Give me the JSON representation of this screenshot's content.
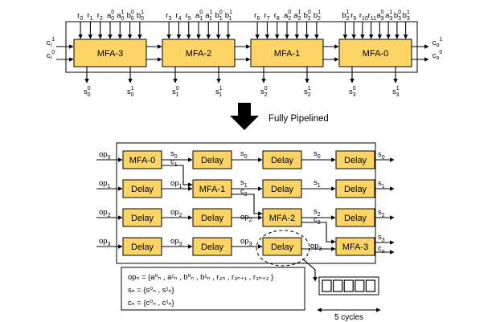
{
  "top": {
    "blocks": [
      "MFA-3",
      "MFA-2",
      "MFA-1",
      "MFA-0"
    ],
    "group_inputs": [
      [
        "r",
        "0",
        "r",
        "1",
        "r",
        "2",
        "a",
        "0/0",
        "a",
        "0/1",
        "b",
        "0/0",
        "b",
        "0/1"
      ],
      [
        "r",
        "3",
        "r",
        "4",
        "r",
        "5",
        "a",
        "1/0",
        "a",
        "1/1",
        "b",
        "1/0",
        "b",
        "1/1"
      ],
      [
        "r",
        "6",
        "r",
        "7",
        "r",
        "8",
        "a",
        "2/0",
        "a",
        "2/1",
        "b",
        "2/0",
        "b",
        "2/1"
      ],
      [
        "b",
        "2/1",
        "r",
        "9",
        "r",
        "10",
        "r",
        "11",
        "a",
        "3/0",
        "a",
        "3/1",
        "b",
        "3/0",
        "b",
        "3/1"
      ]
    ],
    "carry_in": [
      {
        "base": "c",
        "sub": "i",
        "sup": "1"
      },
      {
        "base": "c",
        "sub": "i",
        "sup": "0"
      }
    ],
    "carry_out": [
      {
        "base": "c",
        "sub": "o",
        "sup": "1"
      },
      {
        "base": "c",
        "sub": "o",
        "sup": "0"
      }
    ],
    "sums": [
      {
        "base": "s",
        "sub": "0",
        "sup": "0"
      },
      {
        "base": "s",
        "sub": "0",
        "sup": "1"
      },
      {
        "base": "s",
        "sub": "1",
        "sup": "0"
      },
      {
        "base": "s",
        "sub": "1",
        "sup": "1"
      },
      {
        "base": "s",
        "sub": "2",
        "sup": "0"
      },
      {
        "base": "s",
        "sub": "2",
        "sup": "1"
      },
      {
        "base": "s",
        "sub": "3",
        "sup": "0"
      },
      {
        "base": "s",
        "sub": "3",
        "sup": "1"
      }
    ]
  },
  "transition_label": "Fully Pipelined",
  "pipeline": {
    "rows": [
      [
        "MFA-0",
        "Delay",
        "Delay",
        "Delay"
      ],
      [
        "Delay",
        "MFA-1",
        "Delay",
        "Delay"
      ],
      [
        "Delay",
        "Delay",
        "MFA-2",
        "Delay"
      ],
      [
        "Delay",
        "Delay",
        "Delay",
        "MFA-3"
      ]
    ],
    "inputs": [
      {
        "base": "op",
        "sub": "0"
      },
      {
        "base": "op",
        "sub": "1"
      },
      {
        "base": "op",
        "sub": "2"
      },
      {
        "base": "op",
        "sub": "3"
      }
    ],
    "outputs": [
      {
        "base": "s",
        "sub": "0"
      },
      {
        "base": "s",
        "sub": "1"
      },
      {
        "base": "s",
        "sub": "2"
      },
      {
        "base": "s",
        "sub": "3"
      },
      {
        "base": "c",
        "sub": "o"
      }
    ],
    "wire_labels": {
      "s0": {
        "base": "s",
        "sub": "0"
      },
      "c1": {
        "base": "c",
        "sub": "1"
      },
      "s1": {
        "base": "s",
        "sub": "1"
      },
      "c2": {
        "base": "c",
        "sub": "2"
      },
      "s2": {
        "base": "s",
        "sub": "2"
      },
      "c3": {
        "base": "c",
        "sub": "3"
      },
      "op1": {
        "base": "op",
        "sub": "1"
      },
      "op2": {
        "base": "op",
        "sub": "2"
      },
      "op3": {
        "base": "op",
        "sub": "3"
      }
    }
  },
  "legend": {
    "op_line": "opₙ   = {a⁰ₙ , a¹ₙ , b⁰ₙ , b¹ₙ , r₃ₙ , r₃ₙ₊₁ , r₃ₙ₊₂ }",
    "s_line": "sₙ      = {s⁰ₙ , s¹ₙ}",
    "c_line": "cₙ      = {c⁰ₙ , c¹ₙ}"
  },
  "delay_detail": {
    "caption": "5 cycles",
    "cells": 5
  }
}
